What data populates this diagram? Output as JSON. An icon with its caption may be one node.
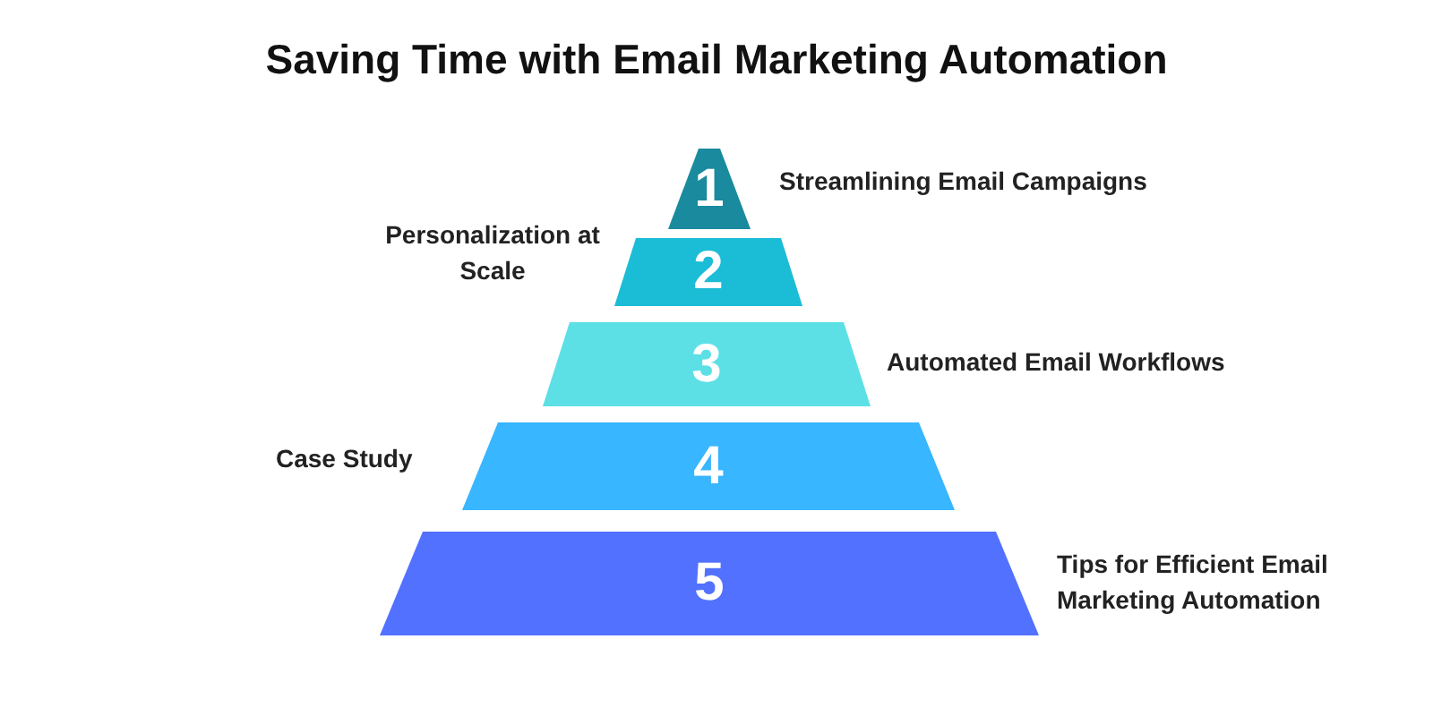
{
  "diagram": {
    "title": "Saving Time with Email Marketing Automation",
    "nodes": [
      {
        "text": [
          "1"
        ],
        "beside": [
          "Streamlining Email Campaigns"
        ]
      },
      {
        "text": [
          "2"
        ],
        "beside": [
          "Personalization at Scale"
        ]
      },
      {
        "text": [
          "3"
        ],
        "beside": [
          "Automated Email Workflows"
        ]
      },
      {
        "text": [
          "4"
        ],
        "beside": [
          "Case Study"
        ]
      },
      {
        "text": [
          "5"
        ],
        "beside": [
          "Tips for Efficient Email Marketing Automation"
        ]
      }
    ]
  }
}
